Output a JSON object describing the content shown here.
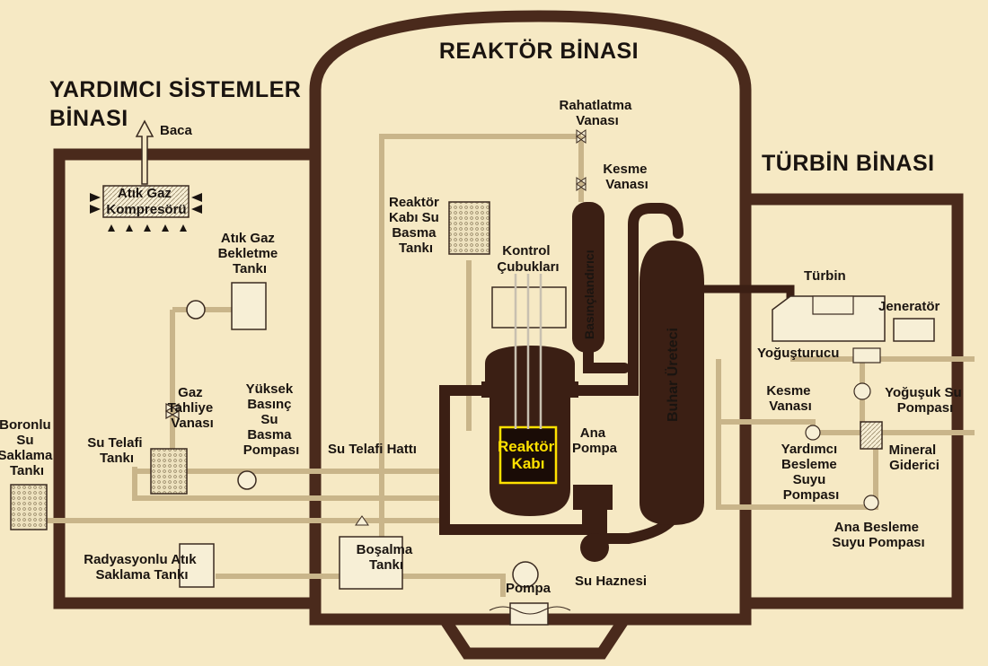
{
  "buildings": {
    "reactor": "REAKTÖR  BİNASI",
    "auxiliary": [
      "YARDIMCI SİSTEMLER",
      "BİNASI"
    ],
    "turbine": "TÜRBİN BİNASI"
  },
  "components": {
    "chimney": "Baca",
    "offgas_compressor": [
      "Atık Gaz",
      "Kompresörü"
    ],
    "offgas_tank": [
      "Atık Gaz",
      "Bekletme",
      "Tankı"
    ],
    "gas_vent_valve": [
      "Gaz",
      "Tahliye",
      "Vanası"
    ],
    "makeup_tank": [
      "Su Telafi",
      "Tankı"
    ],
    "hp_injection_pump": [
      "Yüksek",
      "Basınç",
      "Su",
      "Basma",
      "Pompası"
    ],
    "boron_tank": [
      "Boronlu",
      "Su",
      "Saklama",
      "Tankı"
    ],
    "makeup_line": "Su Telafi Hattı",
    "rad_waste_tank": [
      "Radyasyonlu Atık",
      "Saklama Tankı"
    ],
    "vessel_injection_tank": [
      "Reaktör",
      "Kabı Su",
      "Basma",
      "Tankı"
    ],
    "control_rods": [
      "Kontrol",
      "Çubukları"
    ],
    "relief_valve": [
      "Rahatlatma",
      "Vanası"
    ],
    "isolation_valve_top": [
      "Kesme",
      "Vanası"
    ],
    "pressurizer": "Basınçlandırıcı",
    "reactor_vessel": [
      "Reaktör",
      "Kabı"
    ],
    "main_pump": [
      "Ana",
      "Pompa"
    ],
    "steam_generator": "Buhar Üreteci",
    "drain_tank": [
      "Boşalma",
      "Tankı"
    ],
    "sump_pump": "Pompa",
    "sump": "Su Haznesi",
    "turbine": "Türbin",
    "generator": "Jeneratör",
    "condenser": "Yoğuşturucu",
    "condensate_pump": [
      "Yoğuşuk Su",
      "Pompası"
    ],
    "isolation_valve_turbine": [
      "Kesme",
      "Vanası"
    ],
    "aux_feed_pump": [
      "Yardımcı",
      "Besleme",
      "Suyu",
      "Pompası"
    ],
    "demineralizer": [
      "Mineral",
      "Giderici"
    ],
    "main_feed_pump": [
      "Ana Besleme",
      "Suyu Pompası"
    ]
  },
  "colors": {
    "background": "#f6e9c4",
    "wall": "#4a2a1c",
    "pipe_primary": "#3b1f14",
    "pipe_light": "#d8c49a",
    "highlight_text": "#ffe100"
  }
}
